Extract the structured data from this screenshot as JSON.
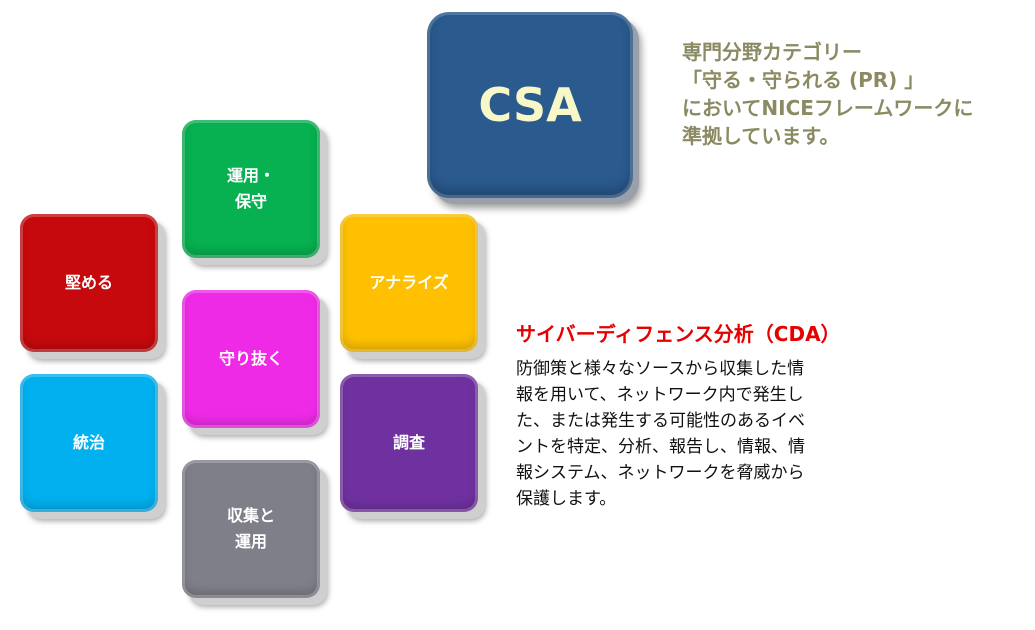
{
  "csa": {
    "label": "CSA",
    "color": "#2a5a8e",
    "description_lines": [
      "専門分野カテゴリー",
      "「守る・守られる (PR) 」",
      "においてNICEフレームワークに",
      "準拠しています。"
    ],
    "description_color": "#8b8a63"
  },
  "tiles": [
    {
      "label": "運用・\n保守",
      "color": "#07b050"
    },
    {
      "label": "堅める",
      "color": "#c6090c"
    },
    {
      "label": "アナライズ",
      "color": "#fec000"
    },
    {
      "label": "守り抜く",
      "color": "#ef2ae7"
    },
    {
      "label": "統治",
      "color": "#00b0ef"
    },
    {
      "label": "調査",
      "color": "#7031a0"
    },
    {
      "label": "収集と\n運用",
      "color": "#7f7f8a"
    }
  ],
  "cda": {
    "title": "サイバーディフェンス分析（CDA）",
    "title_color": "#e60000",
    "body_lines": [
      "防御策と様々なソースから収集した情",
      "報を用いて、ネットワーク内で発生し",
      "た、または発生する可能性のあるイベ",
      "ントを特定、分析、報告し、情報、情",
      "報システム、ネットワークを脅威から",
      "保護します。"
    ]
  }
}
